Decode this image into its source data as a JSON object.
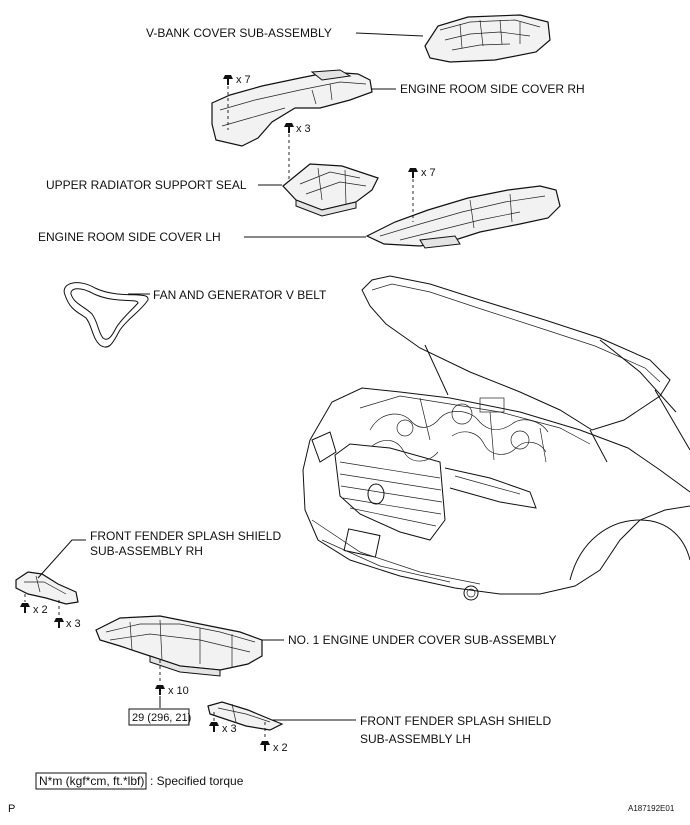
{
  "labels": {
    "v_bank_cover": "V-BANK COVER SUB-ASSEMBLY",
    "engine_room_side_cover_rh": "ENGINE ROOM SIDE COVER RH",
    "upper_radiator_support_seal": "UPPER RADIATOR SUPPORT SEAL",
    "engine_room_side_cover_lh": "ENGINE ROOM SIDE COVER LH",
    "fan_generator_v_belt": "FAN AND GENERATOR V BELT",
    "front_fender_splash_shield_rh_line1": "FRONT FENDER SPLASH SHIELD",
    "front_fender_splash_shield_rh_line2": "SUB-ASSEMBLY RH",
    "engine_under_cover": "NO. 1 ENGINE UNDER COVER SUB-ASSEMBLY",
    "front_fender_splash_shield_lh_line1": "FRONT FENDER SPLASH SHIELD",
    "front_fender_splash_shield_lh_line2": "SUB-ASSEMBLY LH"
  },
  "fastener_counts": {
    "rh_cover": "x 7",
    "seal": "x 3",
    "lh_cover": "x 7",
    "splash_rh_a": "x 2",
    "splash_rh_b": "x 3",
    "under_cover": "x 10",
    "splash_lh_a": "x 3",
    "splash_lh_b": "x 2"
  },
  "torque": {
    "value": "29 (296, 21)"
  },
  "legend": {
    "units": "N*m (kgf*cm, ft.*lbf)",
    "description": ": Specified torque"
  },
  "corner": {
    "page_letter": "P",
    "figure_code": "A187192E01"
  }
}
